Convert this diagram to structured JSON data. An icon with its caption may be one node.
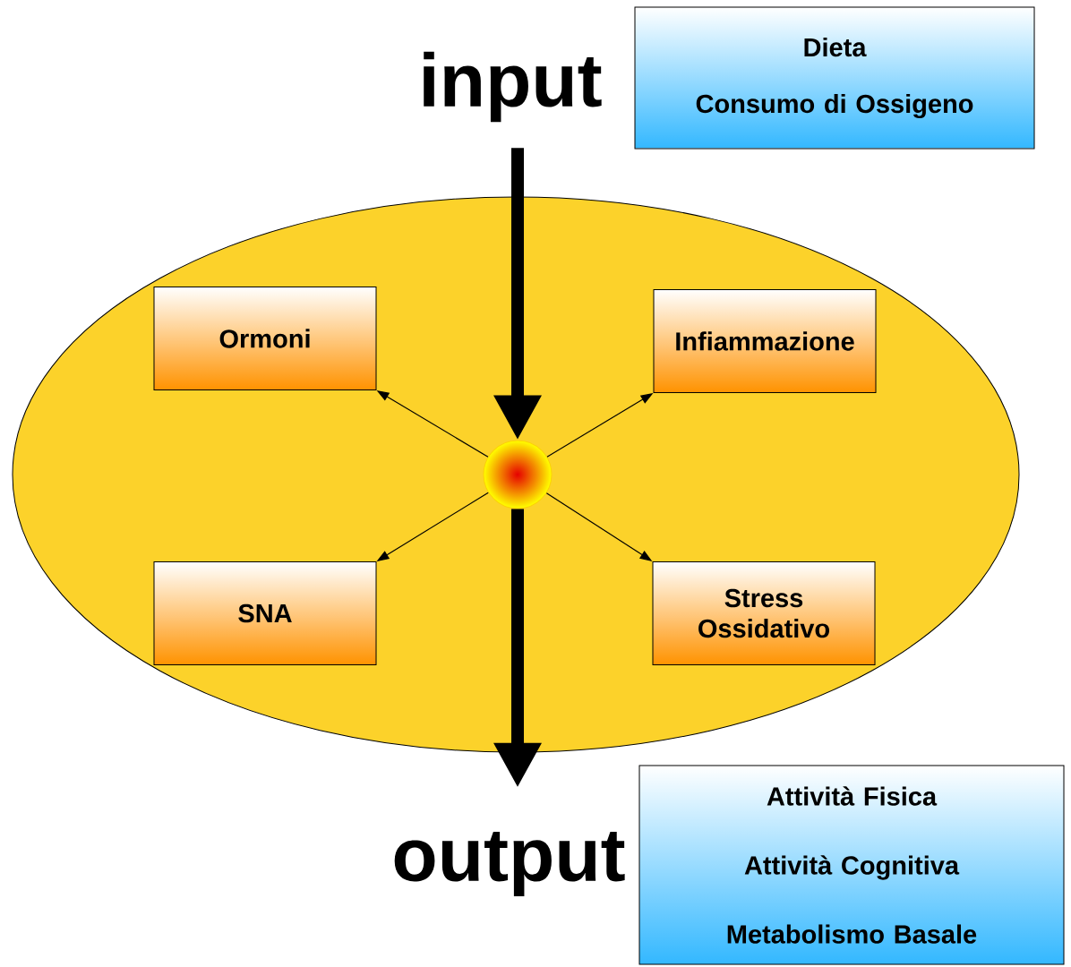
{
  "diagram": {
    "nodes": [
      {
        "text": [
          "input"
        ]
      },
      {
        "text": [
          "Dieta",
          "Consumo di Ossigeno"
        ]
      },
      {
        "text": [],
        "shape": "ellipse"
      },
      {
        "text": [
          "Ormoni"
        ],
        "in": 2
      },
      {
        "text": [
          "Infiammazione"
        ],
        "in": 2
      },
      {
        "text": [],
        "shape": "circle",
        "in": 2
      },
      {
        "text": [
          "SNA"
        ],
        "in": 2
      },
      {
        "text": [
          "Stress Ossidativo"
        ],
        "in": 2
      },
      {
        "text": [
          "output"
        ]
      },
      {
        "text": [
          "Attività Fisica",
          "Attività Cognitiva",
          "Metabolismo Basale"
        ]
      }
    ],
    "edges": [
      {
        "from": 0,
        "to": 5,
        "arrow": "to",
        "style": "thick"
      },
      {
        "from": 5,
        "to": 3,
        "arrow": "to"
      },
      {
        "from": 5,
        "to": 4,
        "arrow": "to"
      },
      {
        "from": 5,
        "to": 6,
        "arrow": "to"
      },
      {
        "from": 5,
        "to": 7,
        "arrow": "to"
      },
      {
        "from": 5,
        "to": 8,
        "arrow": "to",
        "style": "thick"
      }
    ]
  }
}
